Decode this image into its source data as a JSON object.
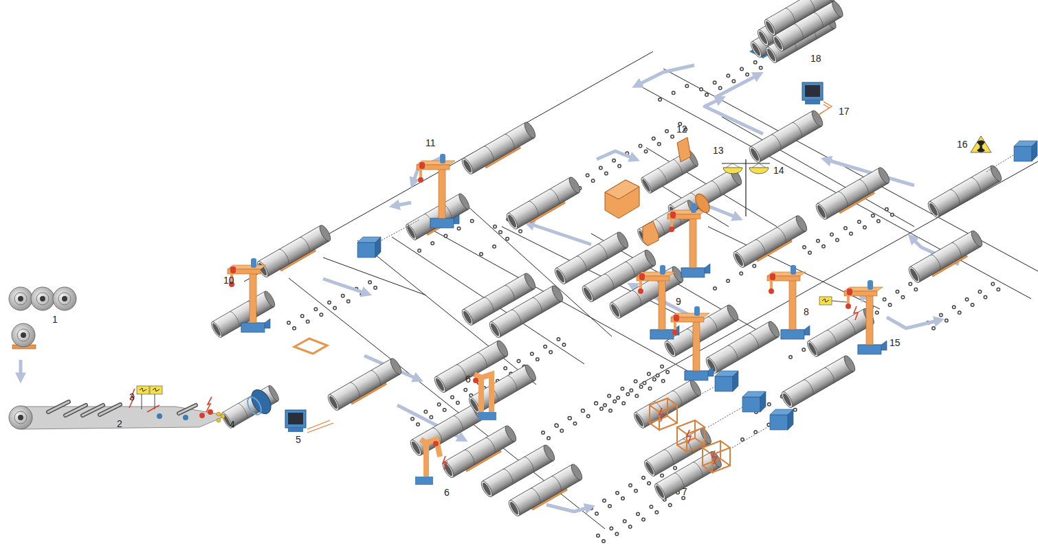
{
  "diagram": {
    "labels": [
      "1",
      "2",
      "3",
      "4",
      "5",
      "6",
      "6",
      "7",
      "8",
      "9",
      "10",
      "11",
      "12",
      "13",
      "14",
      "15",
      "16",
      "17",
      "18"
    ]
  }
}
